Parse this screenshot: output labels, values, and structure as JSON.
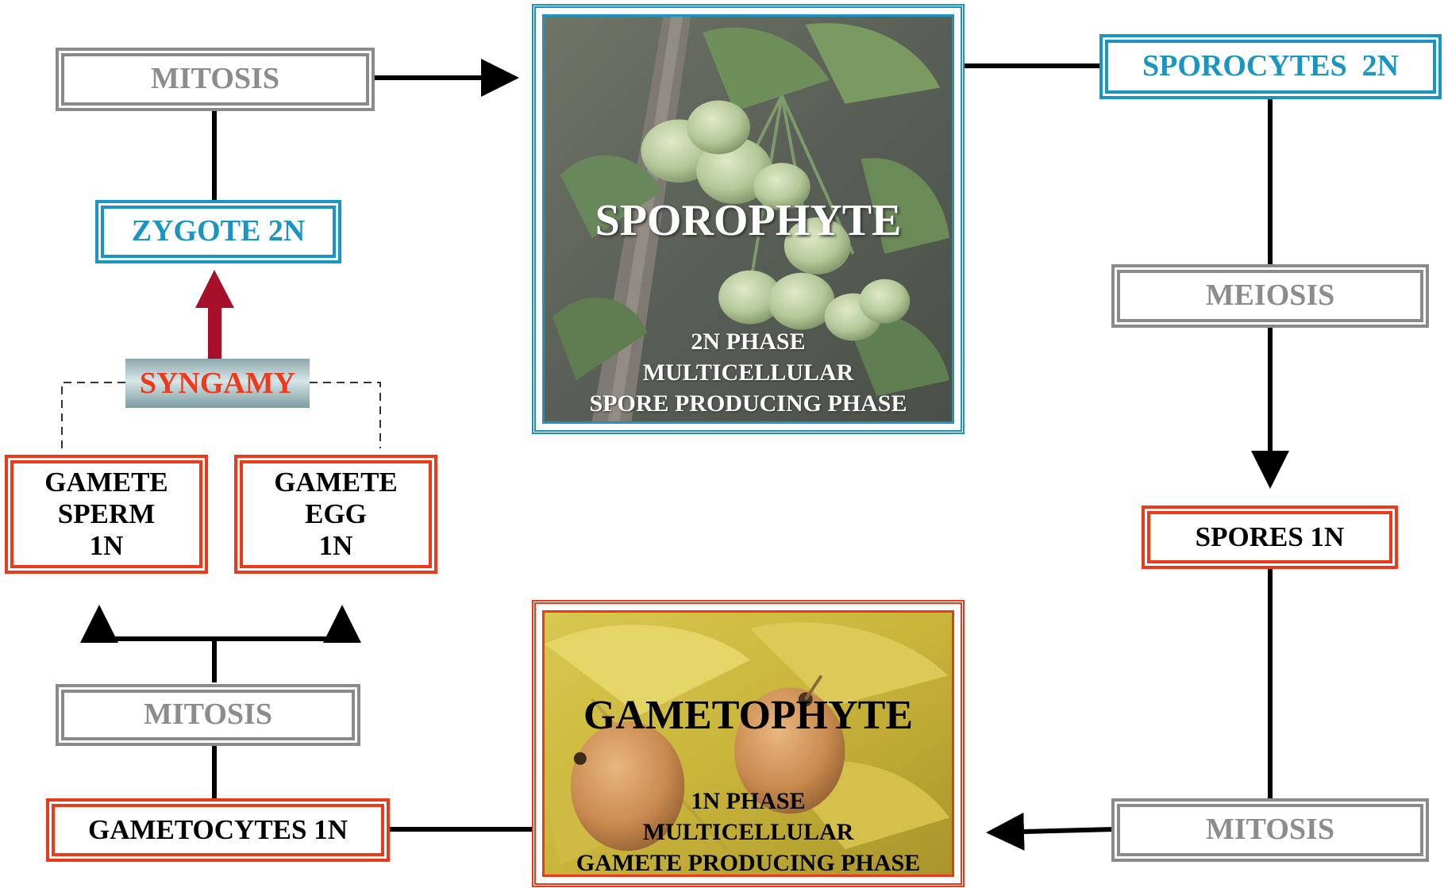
{
  "diagram": {
    "nodes": {
      "mitosis_top": "MITOSIS",
      "zygote": "ZYGOTE 2N",
      "syngamy": "SYNGAMY",
      "gamete_sperm": [
        "GAMETE",
        "SPERM",
        "1N"
      ],
      "gamete_egg": [
        "GAMETE",
        "EGG",
        "1N"
      ],
      "mitosis_left": "MITOSIS",
      "gametocytes": "GAMETOCYTES 1N",
      "sporocytes": "SPOROCYTES  2N",
      "meiosis": "MEIOSIS",
      "spores": "SPORES 1N",
      "mitosis_right": "MITOSIS"
    },
    "sporophyte": {
      "title": "SPOROPHYTE",
      "lines": [
        "2N PHASE",
        "MULTICELLULAR",
        "SPORE PRODUCING PHASE"
      ]
    },
    "gametophyte": {
      "title": "GAMETOPHYTE",
      "lines": [
        "1N PHASE",
        "MULTICELLULAR",
        "GAMETE PRODUCING PHASE"
      ]
    }
  },
  "colors": {
    "blue": "#1a94c0",
    "red": "#ea3a1a",
    "gray": "#8a8a8a",
    "arrow_red": "#a8102a"
  }
}
